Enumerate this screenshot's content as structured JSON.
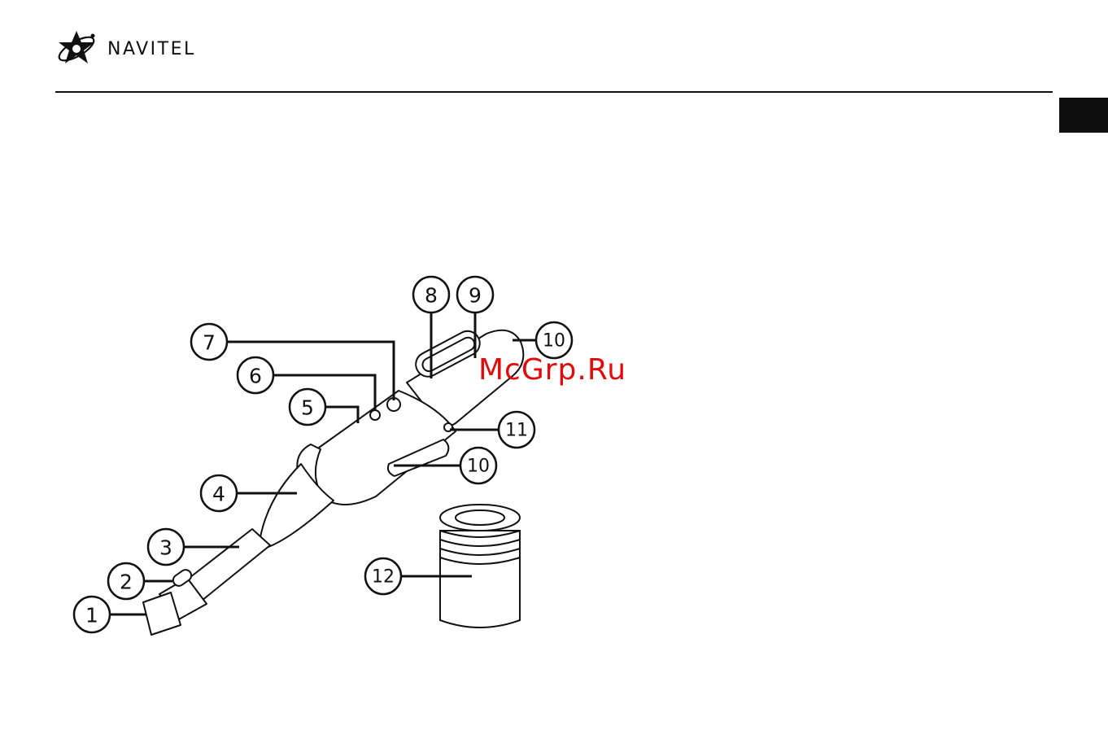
{
  "header": {
    "brand": "NAVITEL",
    "accent_tab_color": "#0f0f0f"
  },
  "watermark": {
    "text": "McGrp.Ru",
    "color": "#e10a0a"
  },
  "callouts": [
    {
      "id": 1,
      "label": "1"
    },
    {
      "id": 2,
      "label": "2"
    },
    {
      "id": 3,
      "label": "3"
    },
    {
      "id": 4,
      "label": "4"
    },
    {
      "id": 5,
      "label": "5"
    },
    {
      "id": 6,
      "label": "6"
    },
    {
      "id": 7,
      "label": "7"
    },
    {
      "id": 8,
      "label": "8"
    },
    {
      "id": 9,
      "label": "9"
    },
    {
      "id": 10,
      "label": "10"
    },
    {
      "id": 11,
      "label": "11"
    },
    {
      "id": 12,
      "label": "12"
    },
    {
      "id": 13,
      "label": "10"
    }
  ]
}
